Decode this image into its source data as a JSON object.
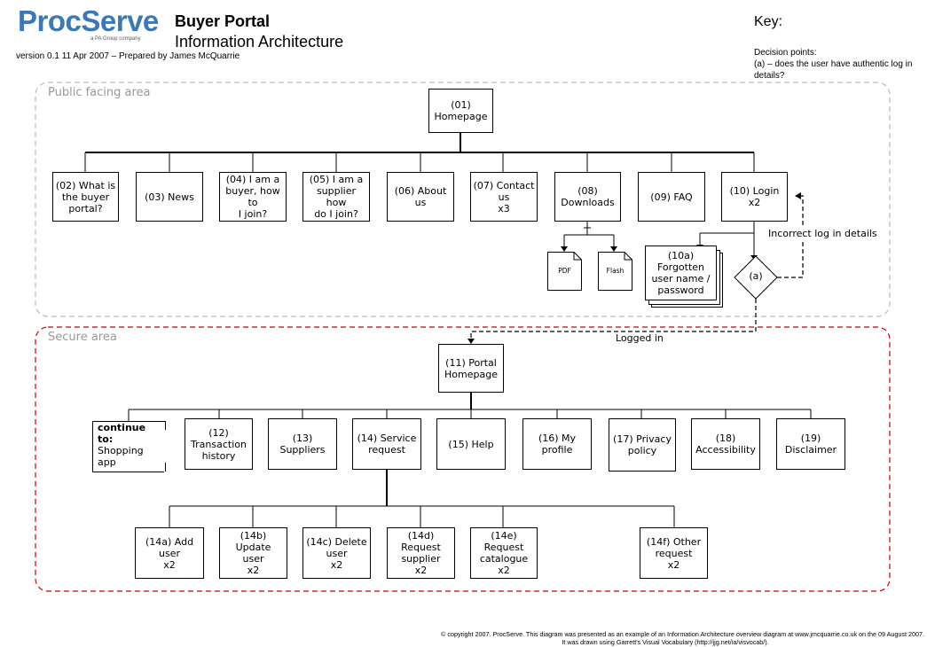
{
  "header": {
    "logo_main": "ProcServe",
    "logo_sub": "a PA Group company",
    "title": "Buyer Portal",
    "subtitle": "Information Architecture",
    "version": "version 0.1 11 Apr 2007 – Prepared by James McQuarrie"
  },
  "key": {
    "title": "Key:",
    "line1": "Decision points:",
    "line2": "(a) – does the user have authentic log in details?"
  },
  "areas": {
    "public": "Public facing area",
    "secure": "Secure area"
  },
  "nodes": {
    "n01": "(01)\nHomepage",
    "n02": "(02) What is\nthe buyer\nportal?",
    "n03": "(03) News",
    "n04": "(04) I am a\nbuyer, how to\nI join?",
    "n05": "(05) I am a\nsupplier how\ndo I join?",
    "n06": "(06) About us",
    "n07": "(07) Contact\nus\nx3",
    "n08": "(08)\nDownloads",
    "n09": "(09) FAQ",
    "n10": "(10) Login\nx2",
    "n10a": "(10a)\nForgotten\nuser name /\npassword",
    "pdf": "PDF",
    "flash": "Flash",
    "decision": "(a)",
    "incorrect": "Incorrect log in details",
    "logged_in": "Logged in",
    "n11": "(11) Portal\nHomepage",
    "continue_bold": "continue\nto:",
    "continue_text": "Shopping\napp",
    "n12": "(12)\nTransaction\nhistory",
    "n13": "(13)\nSuppliers",
    "n14": "(14) Service\nrequest",
    "n15": "(15) Help",
    "n16": "(16) My\nprofile",
    "n17": "(17) Privacy\npolicy",
    "n18": "(18)\nAccessibility",
    "n19": "(19)\nDisclaimer",
    "n14a": "(14a) Add\nuser\nx2",
    "n14b": "(14b) Update\nuser\nx2",
    "n14c": "(14c) Delete\nuser\nx2",
    "n14d": "(14d)\nRequest\nsupplier\nx2",
    "n14e": "(14e)\nRequest\ncatalogue\nx2",
    "n14f": "(14f) Other\nrequest\nx2"
  },
  "footer": {
    "line1": "© copyright 2007. ProcServe. This diagram was presented as an example of an Information Architecture overview diagram at www.jmcquarrie.co.uk on the 09 August 2007.",
    "line2": "It was drawn using Garrett's Visual Vocabulary (http://jjg.net/ia/visvocab/)."
  },
  "colors": {
    "logo_blue": "#3b78b8",
    "logo_grey": "#8aa4c0",
    "public_border": "#bbbbbb",
    "secure_border": "#cc0000",
    "area_label": "#999999"
  }
}
